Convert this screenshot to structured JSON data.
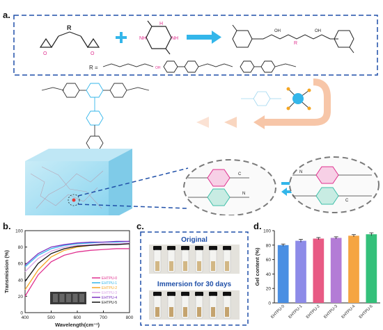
{
  "panels": {
    "a": {
      "label": "a.",
      "r_label": "R",
      "r_def_label": "R =",
      "nh_label": "NH",
      "h_label": "H",
      "oh_label": "OH",
      "n_label": "N",
      "o_label": "O",
      "c_label": "C"
    },
    "b": {
      "label": "b.",
      "ylabel": "Transmission (%)",
      "xlabel": "Wavelength(cm⁻¹)"
    },
    "c": {
      "label": "c.",
      "top_title": "Original",
      "bottom_title": "Immersion for 30 days"
    },
    "d": {
      "label": "d.",
      "ylabel": "Gel content (%)"
    }
  },
  "colors": {
    "dash_blue": "#1f4fa8",
    "arrow_cyan": "#33b6ea",
    "magenta": "#e0308f",
    "teal": "#3dbfa8",
    "gray_dash": "#7a7a7a"
  },
  "chart_data": [
    {
      "type": "line",
      "panel": "b",
      "x": [
        400,
        450,
        500,
        550,
        600,
        650,
        700,
        750,
        800
      ],
      "xlim": [
        400,
        800
      ],
      "ylim": [
        0,
        100
      ],
      "xticks": [
        400,
        500,
        600,
        700,
        800
      ],
      "yticks": [
        0,
        20,
        40,
        60,
        80,
        100
      ],
      "xlabel": "Wavelength(cm⁻¹)",
      "ylabel": "Transmission (%)",
      "legend_position": "right",
      "series": [
        {
          "name": "EHTPU-0",
          "color": "#e0308f",
          "values": [
            20,
            46,
            62,
            70,
            74,
            76,
            77,
            78,
            78
          ]
        },
        {
          "name": "EHTPU-1",
          "color": "#33b6ea",
          "values": [
            56,
            70,
            78,
            82,
            84,
            85,
            86,
            86,
            87
          ]
        },
        {
          "name": "EHTPU-2",
          "color": "#f5a623",
          "values": [
            28,
            52,
            68,
            76,
            80,
            82,
            83,
            84,
            84
          ]
        },
        {
          "name": "EHTPU-3",
          "color": "#d9a2e6",
          "values": [
            50,
            66,
            75,
            80,
            82,
            83,
            84,
            84,
            85
          ]
        },
        {
          "name": "EHTPU-4",
          "color": "#7b2fbf",
          "values": [
            58,
            72,
            80,
            83,
            85,
            86,
            86,
            87,
            87
          ]
        },
        {
          "name": "EHTPU-5",
          "color": "#111111",
          "values": [
            38,
            60,
            72,
            78,
            81,
            82,
            83,
            83,
            84
          ]
        }
      ]
    },
    {
      "type": "bar",
      "panel": "d",
      "categories": [
        "EHTPU-0",
        "EHTPU-1",
        "EHTPU-2",
        "EHTPU-3",
        "EHTPU-4",
        "EHTPU-5"
      ],
      "values": [
        80,
        86,
        89,
        90,
        93,
        95
      ],
      "errors": [
        1.5,
        2,
        1.5,
        1.5,
        1.5,
        2
      ],
      "colors": [
        "#4a8fe3",
        "#8d8be8",
        "#e85a84",
        "#b37cd6",
        "#f5a542",
        "#34c07a"
      ],
      "ylim": [
        0,
        100
      ],
      "yticks": [
        0,
        20,
        40,
        60,
        80,
        100
      ],
      "ylabel": "Gel content (%)",
      "xlabel": ""
    }
  ]
}
